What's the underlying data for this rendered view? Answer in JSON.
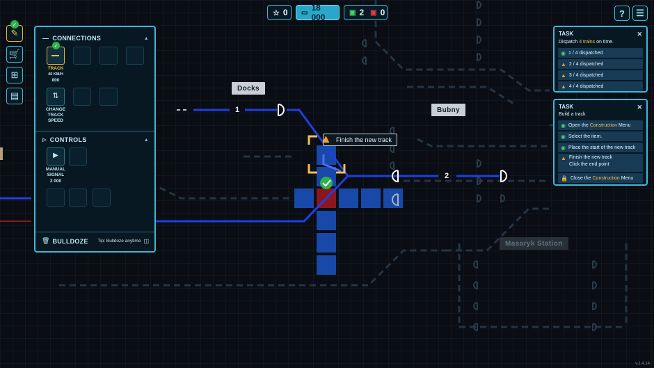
{
  "topbar": {
    "stars": "0",
    "money": "18 000",
    "trains_ok": "2",
    "trains_bad": "0",
    "help_label": "?",
    "menu_icon": "list-icon"
  },
  "toolbar": {
    "items": [
      "wrench-icon",
      "cart-icon",
      "layout-icon",
      "book-icon"
    ]
  },
  "construction": {
    "connections_title": "Connections",
    "track_label": "Track",
    "track_speed": "40 km/h",
    "track_price": "800",
    "change_speed_label": "Change track speed",
    "controls_title": "Controls",
    "manual_signal_label": "Manual signal",
    "manual_signal_price": "2 000",
    "bulldoze_label": "Bulldoze",
    "bulldoze_tip": "Tip: Bulldoze anytime"
  },
  "map": {
    "stations": {
      "docks": "Docks",
      "bubny": "Bubny",
      "masaryk": "Masaryk Station"
    },
    "track_numbers": [
      "1",
      "2"
    ],
    "tooltip": "Finish the new track"
  },
  "task1": {
    "title": "Task",
    "desc_pre": "Dispatch ",
    "desc_hl": "4 trains",
    "desc_post": " on time.",
    "rows": [
      {
        "text": "1 / 4 dispatched",
        "status": "done"
      },
      {
        "text": "2 / 4 dispatched",
        "status": "warn"
      },
      {
        "text": "3 / 4 dispatched",
        "status": "warn"
      },
      {
        "text": "4 / 4 dispatched",
        "status": "warn"
      }
    ]
  },
  "task2": {
    "title": "Task",
    "desc": "Build a track",
    "row1_pre": "Open the ",
    "row1_hl": "Construction",
    "row1_post": " Menu",
    "row2": "Select the item.",
    "row3": "Place the start of the new track",
    "row4a": "Finish the new track",
    "row4b": "Click the end point",
    "row5_pre": "Close the ",
    "row5_hl": "Construction",
    "row5_post": " Menu"
  },
  "version": "v.1.4.14",
  "colors": {
    "accent": "#3fb8d8",
    "track": "#1f3fe0",
    "highlight": "#f1c24a",
    "ok": "#4cd06a",
    "warn": "#f39a2a"
  }
}
